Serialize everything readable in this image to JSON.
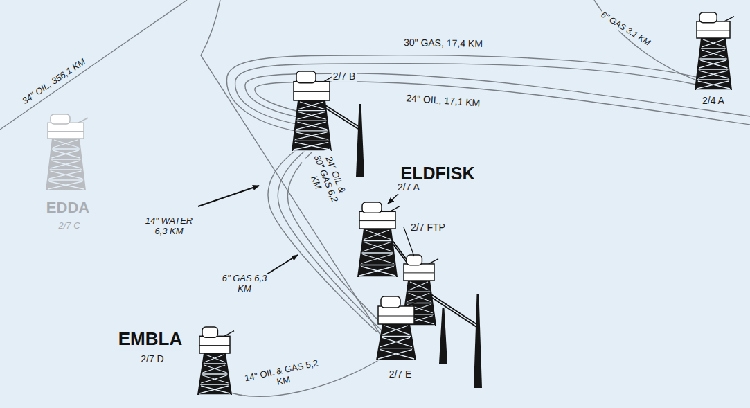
{
  "diagram": {
    "labels": [
      "34\" OIL, 356,1 KM",
      "6\" GAS 3,1 KM",
      "30\" GAS, 17,4 KM",
      "24\" OIL, 17,1 KM",
      "2/7 B",
      "2/4 A",
      "ELDFISK",
      "24\" OIL & 30\" GAS 6,2 KM",
      "EDDA",
      "2/7 C",
      "2/7 A",
      "14\" WATER 6,3 KM",
      "2/7 FTP",
      "6\" GAS 6,3 KM",
      "EMBLA",
      "2/7 D",
      "14\" OIL & GAS 5,2 KM",
      "2/7 E"
    ]
  }
}
